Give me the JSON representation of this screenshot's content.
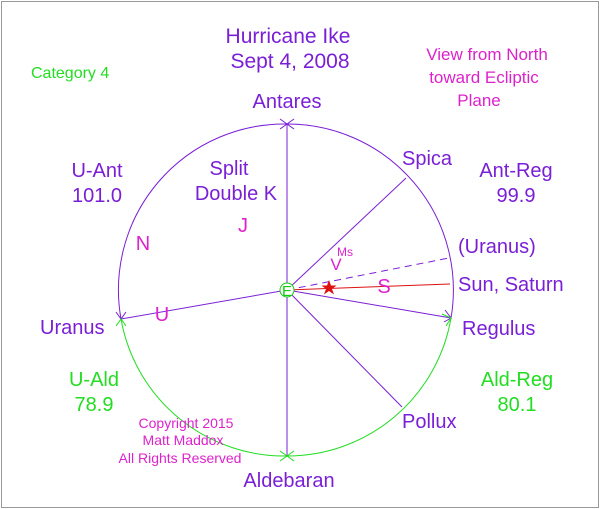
{
  "title": {
    "line1": "Hurricane Ike",
    "line2": "Sept 4, 2008"
  },
  "category": "Category 4",
  "view_note": {
    "line1": "View from North",
    "line2": "toward Ecliptic",
    "line3": "Plane"
  },
  "aspect_labels": {
    "u_ant": {
      "name": "U-Ant",
      "value": "101.0"
    },
    "ant_reg": {
      "name": "Ant-Reg",
      "value": "99.9"
    },
    "u_ald": {
      "name": "U-Ald",
      "value": "78.9"
    },
    "ald_reg": {
      "name": "Ald-Reg",
      "value": "80.1"
    }
  },
  "split_note": {
    "line1": "Split",
    "line2": "Double K"
  },
  "star_labels": {
    "antares": "Antares",
    "spica": "Spica",
    "uranus_paren": "(Uranus)",
    "sun_saturn": "Sun, Saturn",
    "regulus": "Regulus",
    "pollux": "Pollux",
    "aldebaran": "Aldebaran",
    "uranus": "Uranus"
  },
  "planet_letters": {
    "earth": "E",
    "jupiter": "J",
    "neptune": "N",
    "uranus": "U",
    "venus": "V",
    "mars": "Ms",
    "saturn": "S"
  },
  "copyright": {
    "line1": "Copyright 2015",
    "line2": "Matt Maddox",
    "line3": "All Rights Reserved"
  },
  "colors": {
    "purple": "#7a1fd6",
    "green": "#22dd22",
    "magenta": "#dd22cc",
    "red": "#dd1111",
    "earth_green": "#11cc11"
  }
}
